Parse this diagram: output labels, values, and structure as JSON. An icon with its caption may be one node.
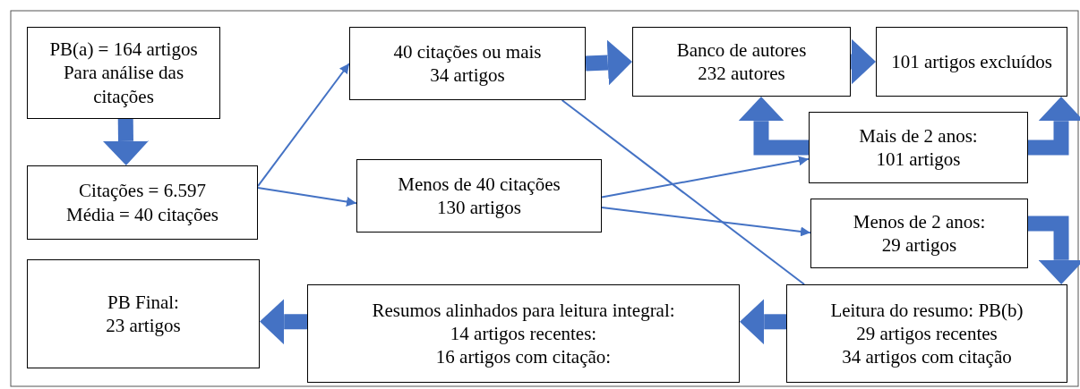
{
  "diagram": {
    "nodes": [
      {
        "text": [
          "PB(a) = 164 artigos",
          "Para análise das citações"
        ]
      },
      {
        "text": [
          "Citações = 6.597",
          "Média = 40 citações"
        ]
      },
      {
        "text": [
          "40 citações ou mais",
          "34 artigos"
        ]
      },
      {
        "text": [
          "Banco de autores",
          "232 autores"
        ]
      },
      {
        "text": [
          "101 artigos excluídos"
        ]
      },
      {
        "text": [
          "Mais de 2 anos:",
          "101 artigos"
        ]
      },
      {
        "text": [
          "Menos de 40 citações",
          "130 artigos"
        ]
      },
      {
        "text": [
          "Menos de 2 anos:",
          "29 artigos"
        ]
      },
      {
        "text": [
          "Leitura do resumo: PB(b)",
          "29 artigos recentes",
          "34 artigos com citação"
        ]
      },
      {
        "text": [
          "Resumos alinhados para leitura integral:",
          "14 artigos recentes:",
          "16 artigos com citação:"
        ]
      },
      {
        "text": [
          "PB Final:",
          "23 artigos"
        ]
      }
    ],
    "edges": [
      {
        "from": 0,
        "to": 1,
        "arrow": "to"
      },
      {
        "from": 1,
        "to": 2,
        "arrow": "to"
      },
      {
        "from": 1,
        "to": 6,
        "arrow": "to"
      },
      {
        "from": 2,
        "to": 3,
        "arrow": "to"
      },
      {
        "from": 3,
        "to": 4,
        "arrow": "to"
      },
      {
        "from": 6,
        "to": 5,
        "arrow": "to"
      },
      {
        "from": 6,
        "to": 7,
        "arrow": "to"
      },
      {
        "from": 2,
        "to": 8,
        "arrow": "none"
      },
      {
        "from": 5,
        "to": 3,
        "arrow": "to"
      },
      {
        "from": 5,
        "to": 4,
        "arrow": "to"
      },
      {
        "from": 7,
        "to": 8,
        "arrow": "to"
      },
      {
        "from": 8,
        "to": 9,
        "arrow": "to"
      },
      {
        "from": 9,
        "to": 10,
        "arrow": "to"
      }
    ]
  }
}
